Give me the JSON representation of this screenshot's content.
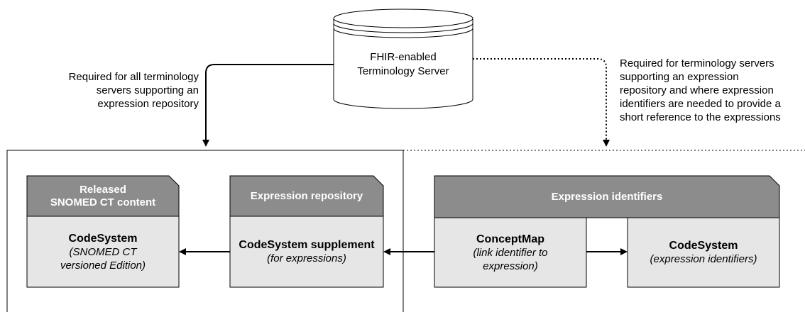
{
  "server": {
    "line1": "FHIR-enabled",
    "line2": "Terminology Server"
  },
  "notes": {
    "left": [
      "Required for all terminology",
      "servers supporting an",
      "expression repository"
    ],
    "right": [
      "Required for terminology servers",
      "supporting an expression",
      "repository and where expression",
      "identifiers are needed to provide a",
      "short reference to the expressions"
    ]
  },
  "boxes": {
    "released": {
      "header": [
        "Released",
        "SNOMED CT content"
      ],
      "title": "CodeSystem",
      "sub": [
        "(SNOMED CT",
        "versioned Edition)"
      ]
    },
    "repository": {
      "header": [
        "Expression repository"
      ],
      "title": "CodeSystem supplement",
      "sub": [
        "(for expressions)"
      ]
    },
    "identifiers": {
      "header": "Expression identifiers"
    },
    "conceptmap": {
      "title": "ConceptMap",
      "sub": [
        "(link identifier to",
        "expression)"
      ]
    },
    "codesystem_ids": {
      "title": "CodeSystem",
      "sub": [
        "(expression identifiers)"
      ]
    }
  },
  "colors": {
    "header_fill": "#8c8c8c",
    "body_fill": "#e6e6e6",
    "stroke": "#000000"
  }
}
